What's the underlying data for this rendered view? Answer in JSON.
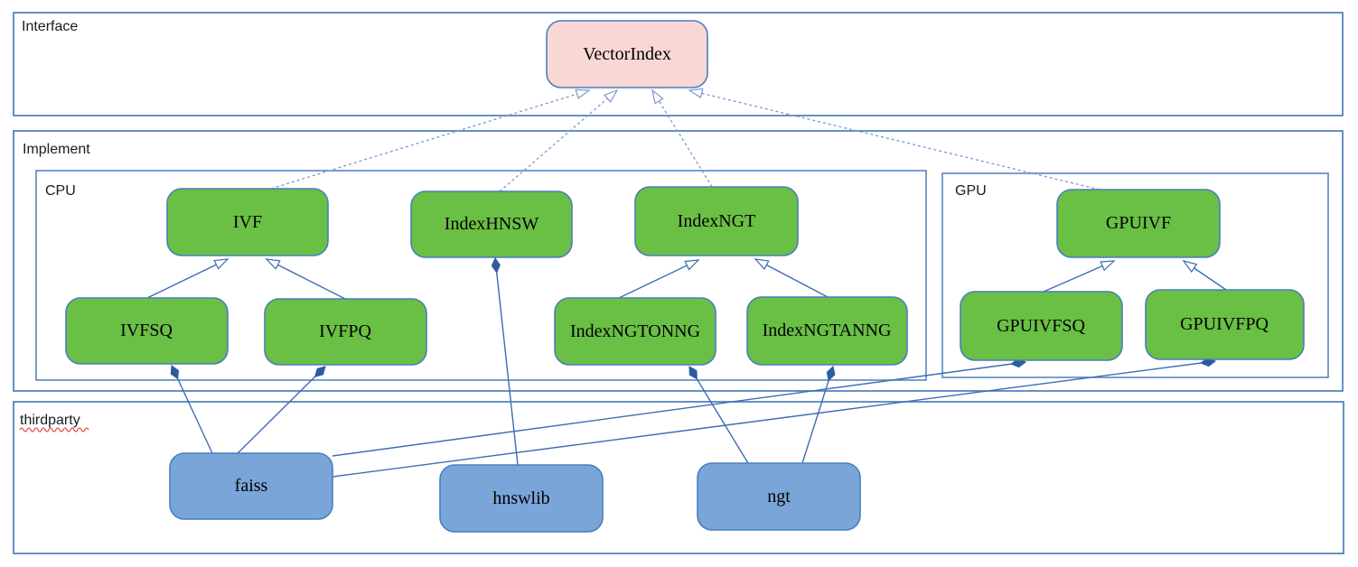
{
  "diagram": {
    "containers": {
      "interface": {
        "label": "Interface"
      },
      "implement": {
        "label": "Implement"
      },
      "cpu": {
        "label": "CPU"
      },
      "gpu": {
        "label": "GPU"
      },
      "thirdparty": {
        "label": "thirdparty",
        "spellcheck_underline": true
      }
    },
    "nodes": {
      "vectorindex": {
        "label": "VectorIndex",
        "group": "interface",
        "color": "pink"
      },
      "ivf": {
        "label": "IVF",
        "group": "cpu",
        "color": "green"
      },
      "indexhnsw": {
        "label": "IndexHNSW",
        "group": "cpu",
        "color": "green"
      },
      "indexngt": {
        "label": "IndexNGT",
        "group": "cpu",
        "color": "green"
      },
      "gpuivf": {
        "label": "GPUIVF",
        "group": "gpu",
        "color": "green"
      },
      "ivfsq": {
        "label": "IVFSQ",
        "group": "cpu",
        "color": "green"
      },
      "ivfpq": {
        "label": "IVFPQ",
        "group": "cpu",
        "color": "green"
      },
      "indexngtonng": {
        "label": "IndexNGTONNG",
        "group": "cpu",
        "color": "green"
      },
      "indexngtanng": {
        "label": "IndexNGTANNG",
        "group": "cpu",
        "color": "green"
      },
      "gpuivfsq": {
        "label": "GPUIVFSQ",
        "group": "gpu",
        "color": "green"
      },
      "gpuivfpq": {
        "label": "GPUIVFPQ",
        "group": "gpu",
        "color": "green"
      },
      "faiss": {
        "label": "faiss",
        "group": "thirdparty",
        "color": "blue"
      },
      "hnswlib": {
        "label": "hnswlib",
        "group": "thirdparty",
        "color": "blue"
      },
      "ngt": {
        "label": "ngt",
        "group": "thirdparty",
        "color": "blue"
      }
    },
    "relations": [
      {
        "from": "IVF",
        "to": "VectorIndex",
        "kind": "realization-dashed"
      },
      {
        "from": "IndexHNSW",
        "to": "VectorIndex",
        "kind": "realization-dashed"
      },
      {
        "from": "IndexNGT",
        "to": "VectorIndex",
        "kind": "realization-dashed"
      },
      {
        "from": "GPUIVF",
        "to": "VectorIndex",
        "kind": "realization-dashed"
      },
      {
        "from": "IVFSQ",
        "to": "IVF",
        "kind": "generalization"
      },
      {
        "from": "IVFPQ",
        "to": "IVF",
        "kind": "generalization"
      },
      {
        "from": "IndexNGTONNG",
        "to": "IndexNGT",
        "kind": "generalization"
      },
      {
        "from": "IndexNGTANNG",
        "to": "IndexNGT",
        "kind": "generalization"
      },
      {
        "from": "GPUIVFSQ",
        "to": "GPUIVF",
        "kind": "generalization"
      },
      {
        "from": "GPUIVFPQ",
        "to": "GPUIVF",
        "kind": "generalization"
      },
      {
        "from": "faiss",
        "to": "IVFSQ",
        "kind": "composition"
      },
      {
        "from": "faiss",
        "to": "IVFPQ",
        "kind": "composition"
      },
      {
        "from": "faiss",
        "to": "GPUIVFSQ",
        "kind": "composition"
      },
      {
        "from": "faiss",
        "to": "GPUIVFPQ",
        "kind": "composition"
      },
      {
        "from": "hnswlib",
        "to": "IndexHNSW",
        "kind": "composition"
      },
      {
        "from": "ngt",
        "to": "IndexNGTONNG",
        "kind": "composition"
      },
      {
        "from": "ngt",
        "to": "IndexNGTANNG",
        "kind": "composition"
      }
    ]
  },
  "colors": {
    "green": "#6abf45",
    "blue": "#7aa5d8",
    "pink": "#f8d7d4",
    "border": "#4a7ebd",
    "frame": "#4a7ebd",
    "line": "#3d6cb4",
    "linelight": "#7b97cf",
    "diamond": "#2e5b9e",
    "text": "#000000",
    "labeltext": "#1c1c1c",
    "squiggle": "#e03c31"
  }
}
